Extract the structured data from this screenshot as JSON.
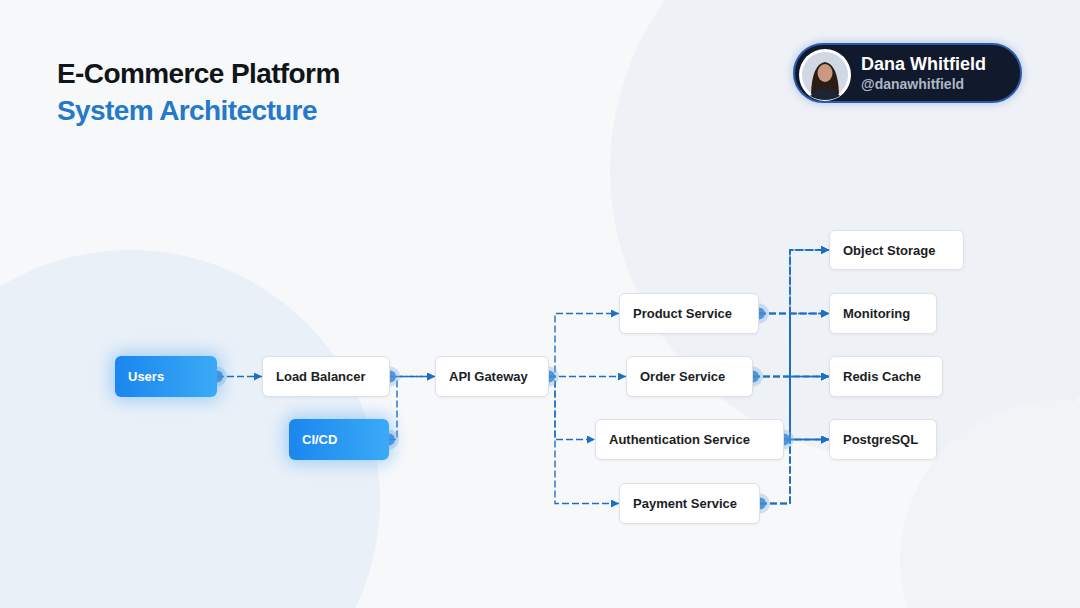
{
  "diagram": {
    "title": "E-Commerce Platform",
    "nodes": [
      {
        "text": [
          "Dana Whitfield",
          "@danawhitfield"
        ]
      },
      {
        "text": [
          "Users"
        ]
      },
      {
        "text": [
          "Load Balancer"
        ]
      },
      {
        "text": [
          "CI/CD"
        ]
      },
      {
        "text": [
          "API Gateway"
        ]
      },
      {
        "text": [
          "Product Service"
        ]
      },
      {
        "text": [
          "Order Service"
        ]
      },
      {
        "text": [
          "Authentication Service"
        ]
      },
      {
        "text": [
          "Payment Service"
        ]
      },
      {
        "text": [
          "Object Storage"
        ]
      },
      {
        "text": [
          "Monitoring"
        ]
      },
      {
        "text": [
          "Redis Cache"
        ]
      },
      {
        "text": [
          "PostgreSQL"
        ]
      }
    ],
    "edges": [
      {
        "from": 1,
        "to": 2,
        "arrow": "to"
      },
      {
        "from": 2,
        "to": 4,
        "arrow": "to"
      },
      {
        "from": 3,
        "to": 4,
        "arrow": "to"
      },
      {
        "from": 4,
        "to": 5,
        "arrow": "to"
      },
      {
        "from": 4,
        "to": 6,
        "arrow": "to"
      },
      {
        "from": 4,
        "to": 7,
        "arrow": "to"
      },
      {
        "from": 4,
        "to": 8,
        "arrow": "to"
      },
      {
        "from": 5,
        "to": 9,
        "arrow": "to"
      },
      {
        "from": 5,
        "to": 10,
        "arrow": "to"
      },
      {
        "from": 5,
        "to": 11,
        "arrow": "to"
      },
      {
        "from": 5,
        "to": 12,
        "arrow": "to"
      },
      {
        "from": 6,
        "to": 9,
        "arrow": "to"
      },
      {
        "from": 6,
        "to": 10,
        "arrow": "to"
      },
      {
        "from": 6,
        "to": 11,
        "arrow": "to"
      },
      {
        "from": 6,
        "to": 12,
        "arrow": "to"
      },
      {
        "from": 7,
        "to": 9,
        "arrow": "to"
      },
      {
        "from": 7,
        "to": 10,
        "arrow": "to"
      },
      {
        "from": 7,
        "to": 11,
        "arrow": "to"
      },
      {
        "from": 7,
        "to": 12,
        "arrow": "to"
      },
      {
        "from": 8,
        "to": 9,
        "arrow": "to"
      },
      {
        "from": 8,
        "to": 10,
        "arrow": "to"
      },
      {
        "from": 8,
        "to": 11,
        "arrow": "to"
      },
      {
        "from": 8,
        "to": 12,
        "arrow": "to"
      }
    ],
    "labels": [
      "System Architecture"
    ]
  }
}
